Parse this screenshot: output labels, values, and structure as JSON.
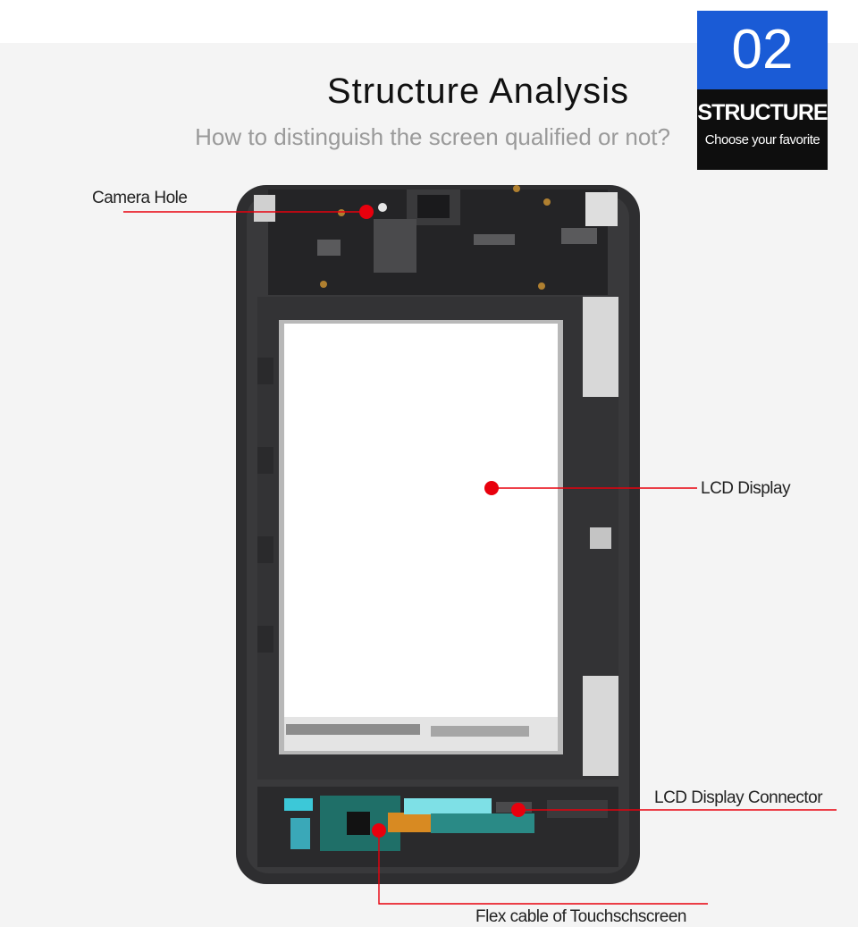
{
  "header": {
    "title": "Structure Analysis",
    "subtitle": "How to distinguish the screen qualified or not?"
  },
  "badge": {
    "number": "02",
    "word": "STRUCTURE",
    "tagline": "Choose your favorite"
  },
  "callouts": {
    "camera": "Camera Hole",
    "lcd": "LCD Display",
    "connector": "LCD Display Connector",
    "flex": "Flex cable of Touchschscreen"
  },
  "colors": {
    "accent": "#e8000d",
    "badge_blue": "#1a5bd6",
    "frame": "#2e2e30"
  }
}
